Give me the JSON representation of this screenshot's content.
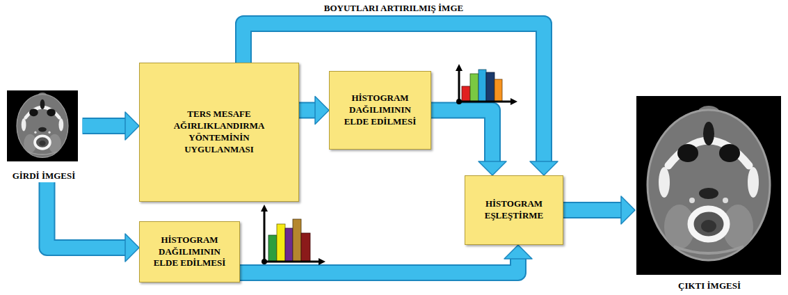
{
  "diagram": {
    "nodes": [
      {
        "text": [
          "GİRDİ İMGESİ"
        ]
      },
      {
        "text": [
          "TERS MESAFE AĞIRLIKLANDIRMA YÖNTEMİNİN UYGULANMASI"
        ]
      },
      {
        "text": [
          "HİSTOGRAM DAĞILIMININ ELDE EDİLMESİ"
        ]
      },
      {
        "text": [
          "HİSTOGRAM EŞLEŞTİRME"
        ]
      },
      {
        "text": [
          "HİSTOGRAM DAĞILIMININ ELDE EDİLMESİ"
        ]
      },
      {
        "text": [
          "ÇIKTI İMGESİ"
        ]
      }
    ],
    "edges": [
      {
        "from": 0,
        "to": 1,
        "arrow": "to"
      },
      {
        "from": 0,
        "to": 4,
        "arrow": "to"
      },
      {
        "from": 1,
        "to": 2,
        "arrow": "to"
      },
      {
        "from": 1,
        "to": 3,
        "arrow": "to",
        "label": "BOYUTLARI ARTIRILMIŞ İMGE"
      },
      {
        "from": 2,
        "to": 3,
        "arrow": "to"
      },
      {
        "from": 4,
        "to": 3,
        "arrow": "to"
      },
      {
        "from": 3,
        "to": 5,
        "arrow": "to"
      }
    ]
  }
}
